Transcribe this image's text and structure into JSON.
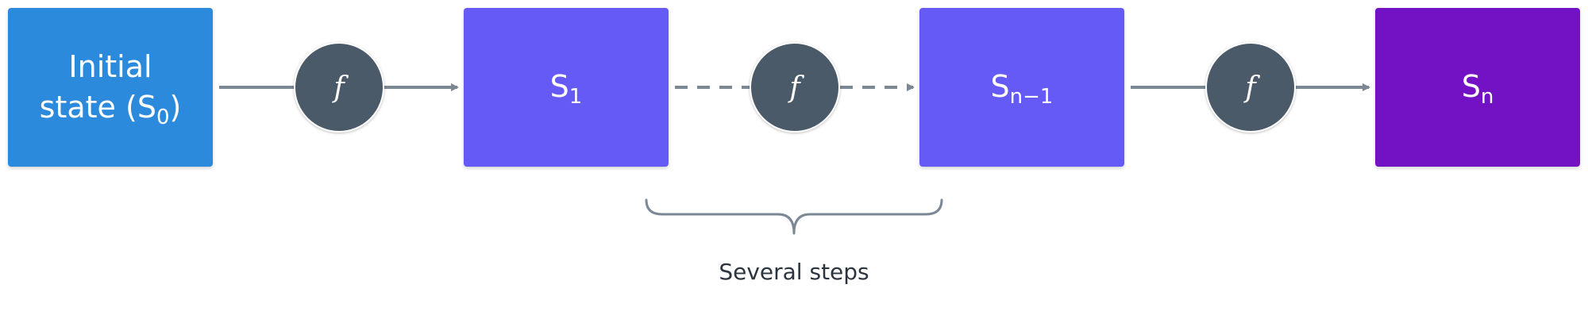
{
  "colors": {
    "initial_box": "#2B8ADB",
    "intermediate_box": "#655AF5",
    "final_box": "#7312C4",
    "function_node": "#4A5A69",
    "connector": "#7B8894",
    "caption_text": "#2A3540"
  },
  "boxes": [
    {
      "id": "initial",
      "line1": "Initial",
      "line2_prefix": "state (S",
      "line2_sub": "0",
      "line2_suffix": ")"
    },
    {
      "id": "s1",
      "main": "S",
      "sub": "1"
    },
    {
      "id": "sn1",
      "main": "S",
      "sub": "n−1"
    },
    {
      "id": "sn",
      "main": "S",
      "sub": "n"
    }
  ],
  "function_label": "f",
  "brace_caption": "Several steps"
}
